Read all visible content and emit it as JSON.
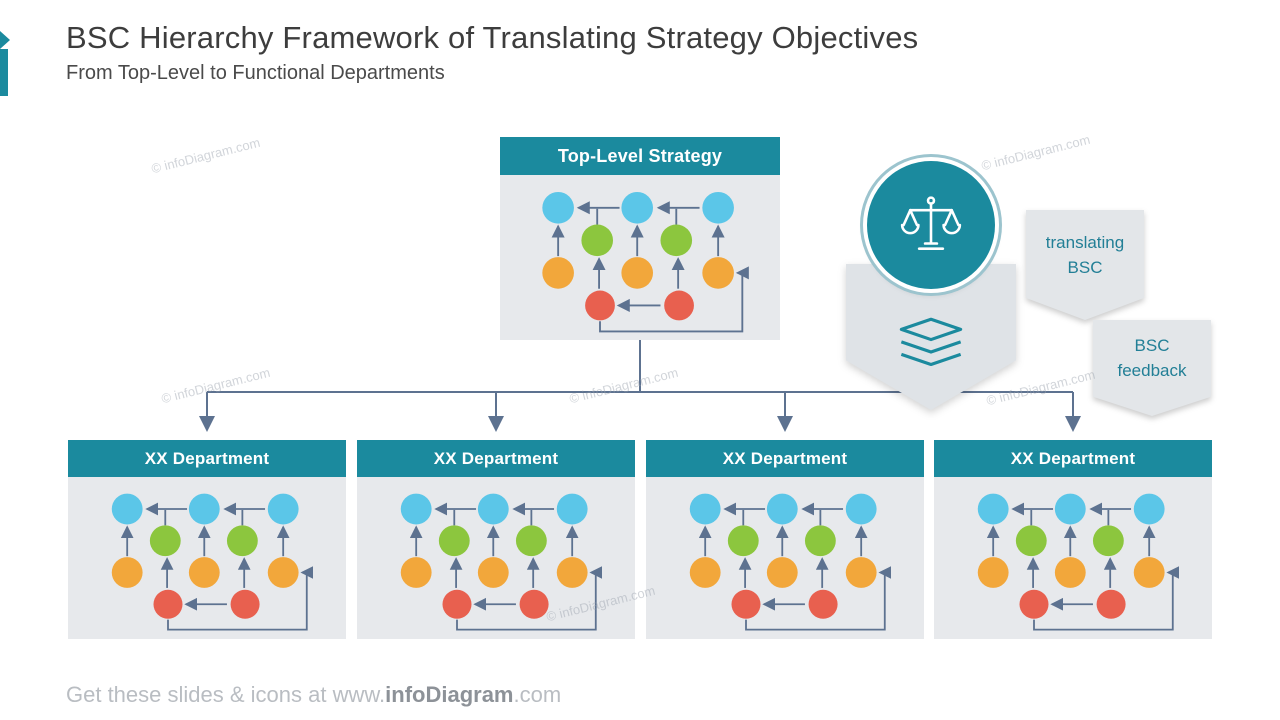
{
  "slide": {
    "title": "BSC Hierarchy Framework of Translating Strategy Objectives",
    "subtitle": "From Top-Level to Functional Departments"
  },
  "hierarchy": {
    "top": {
      "label": "Top-Level Strategy"
    },
    "departments": [
      {
        "label": "XX Department"
      },
      {
        "label": "XX Department"
      },
      {
        "label": "XX Department"
      },
      {
        "label": "XX Department"
      }
    ]
  },
  "badges": {
    "translating": "translating BSC",
    "feedback": "BSC feedback"
  },
  "icons": {
    "circle_icon": "scales-icon",
    "pentagon_icon": "layers-icon"
  },
  "colors": {
    "teal": "#1B8A9E",
    "panel": "#E7E9EC",
    "cyan": "#5BC6E8",
    "green": "#8CC63E",
    "orange": "#F2A73B",
    "red": "#E8604F",
    "connector": "#5D7290"
  },
  "watermark": "© infoDiagram.com",
  "footer": {
    "prefix": "Get these slides & icons at www.",
    "brand": "infoDiagram",
    "suffix": ".com"
  }
}
